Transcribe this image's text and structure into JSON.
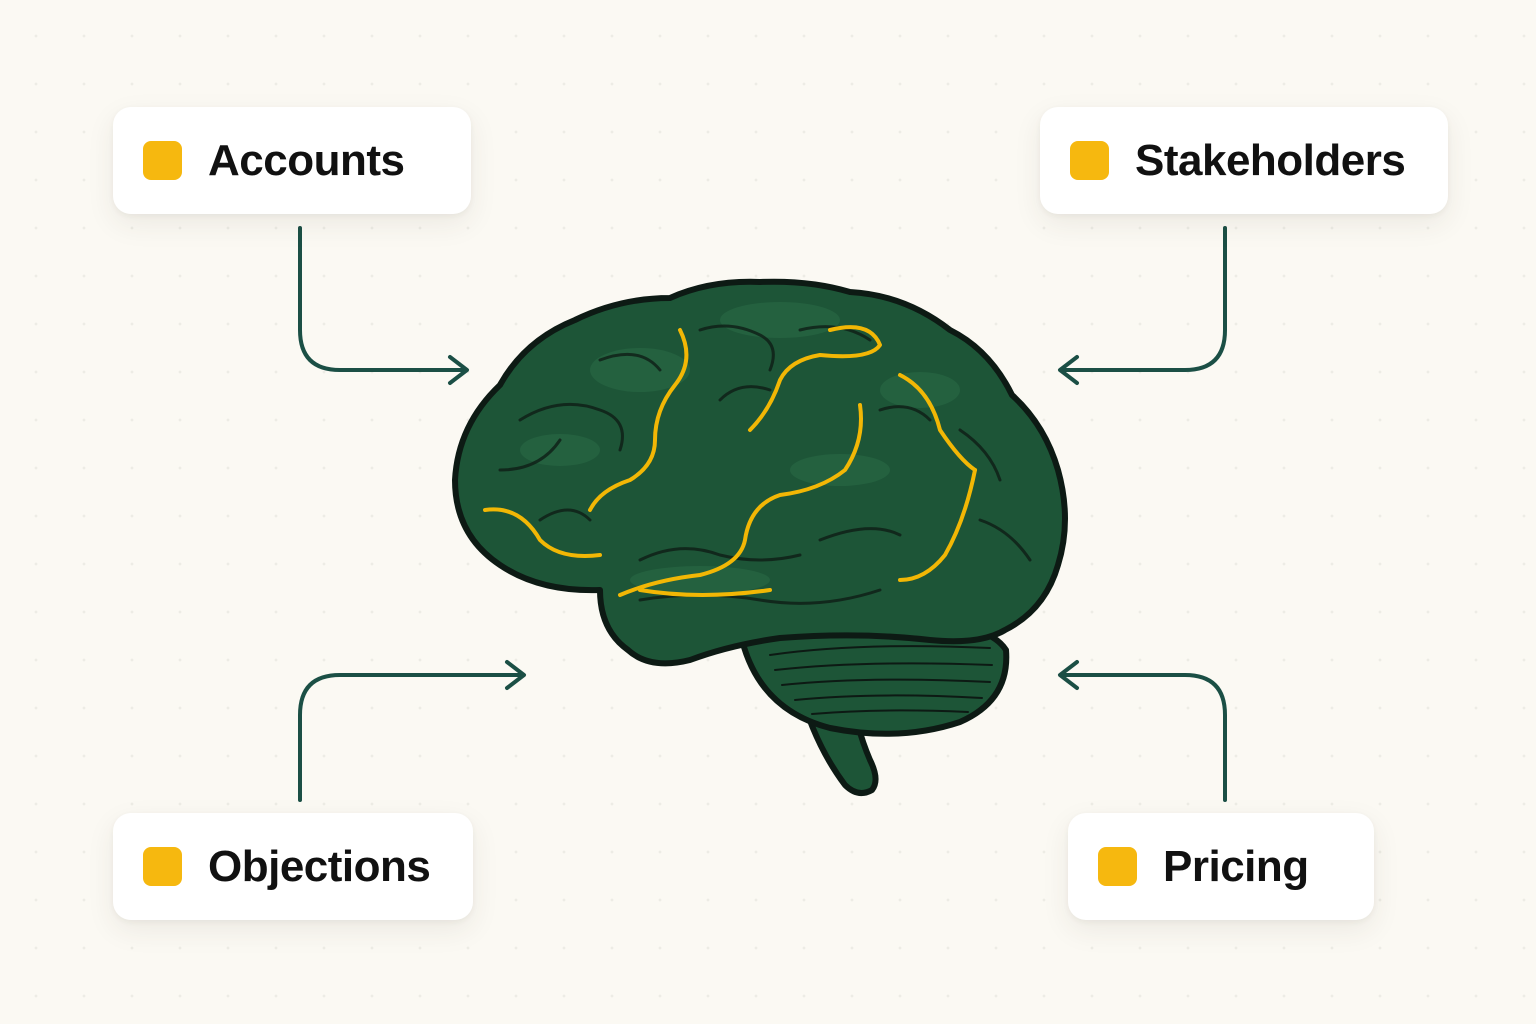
{
  "colors": {
    "background": "#fbf9f3",
    "card": "#ffffff",
    "marker": "#f6b80f",
    "connector": "#1b4f45",
    "brain": "#1d5537",
    "brain_highlight": "#2a6c47",
    "brain_outline": "#0d1a14",
    "brain_fissure": "#f2b705"
  },
  "nodes": [
    {
      "id": "accounts",
      "label": "Accounts"
    },
    {
      "id": "stakeholders",
      "label": "Stakeholders"
    },
    {
      "id": "objections",
      "label": "Objections"
    },
    {
      "id": "pricing",
      "label": "Pricing"
    }
  ],
  "center_icon": "brain-icon",
  "connector_icon": "arrow-icon"
}
